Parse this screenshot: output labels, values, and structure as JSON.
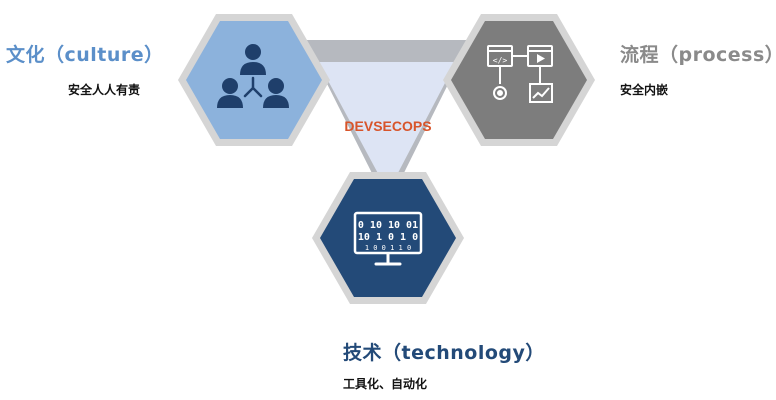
{
  "center_label": "DEVSECOPS",
  "culture": {
    "title": "文化（culture）",
    "subtitle": "安全人人有责",
    "icon": "team-people-icon"
  },
  "process": {
    "title": "流程（process）",
    "subtitle": "安全内嵌",
    "icon": "workflow-pipeline-icon"
  },
  "technology": {
    "title": "技术（technology）",
    "subtitle": "工具化、自动化",
    "icon": "binary-monitor-icon"
  },
  "colors": {
    "culture_hex": "#8cb2dc",
    "process_hex": "#7d7d7d",
    "technology_hex": "#234a78",
    "center_fill": "#dde4f4",
    "center_text": "#d8542a",
    "culture_text": "#5b8fc9",
    "process_text": "#8a8a8a",
    "technology_text": "#234a78",
    "hex_border": "#d3d3d3",
    "connector": "#b8b8b8"
  }
}
